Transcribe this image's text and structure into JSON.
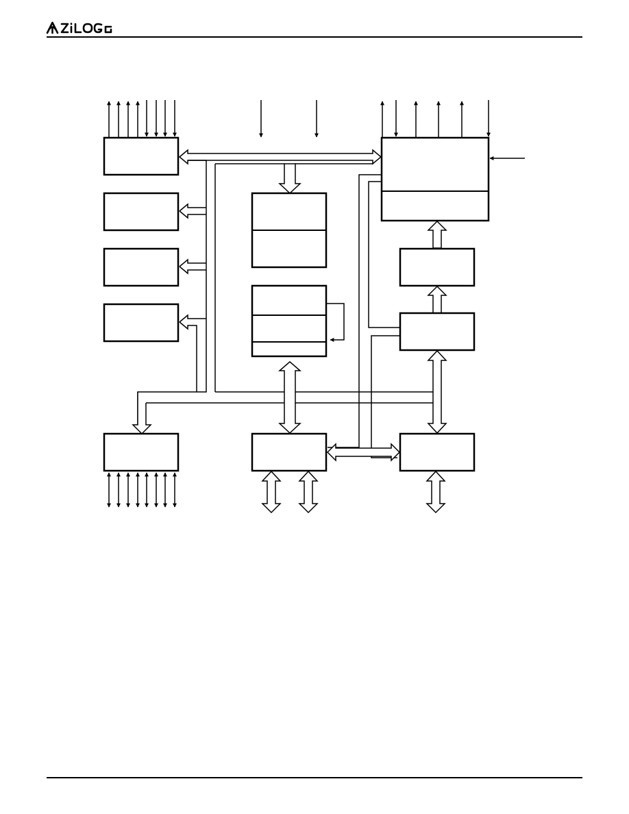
{
  "header": {
    "logo_icon": "zilog-logo-icon",
    "logo_text": "ZiLOG"
  },
  "diagram": {
    "style": "monochrome-block-diagram",
    "line_color": "#000000",
    "background": "#ffffff",
    "blocks": 12,
    "pin_arrows": {
      "top_left_bidirectional": 4,
      "top_left_inputs": 4,
      "top_center_inputs": 2,
      "top_right": 6,
      "right_input": 1,
      "bottom_left_bidirectional": 8
    }
  }
}
